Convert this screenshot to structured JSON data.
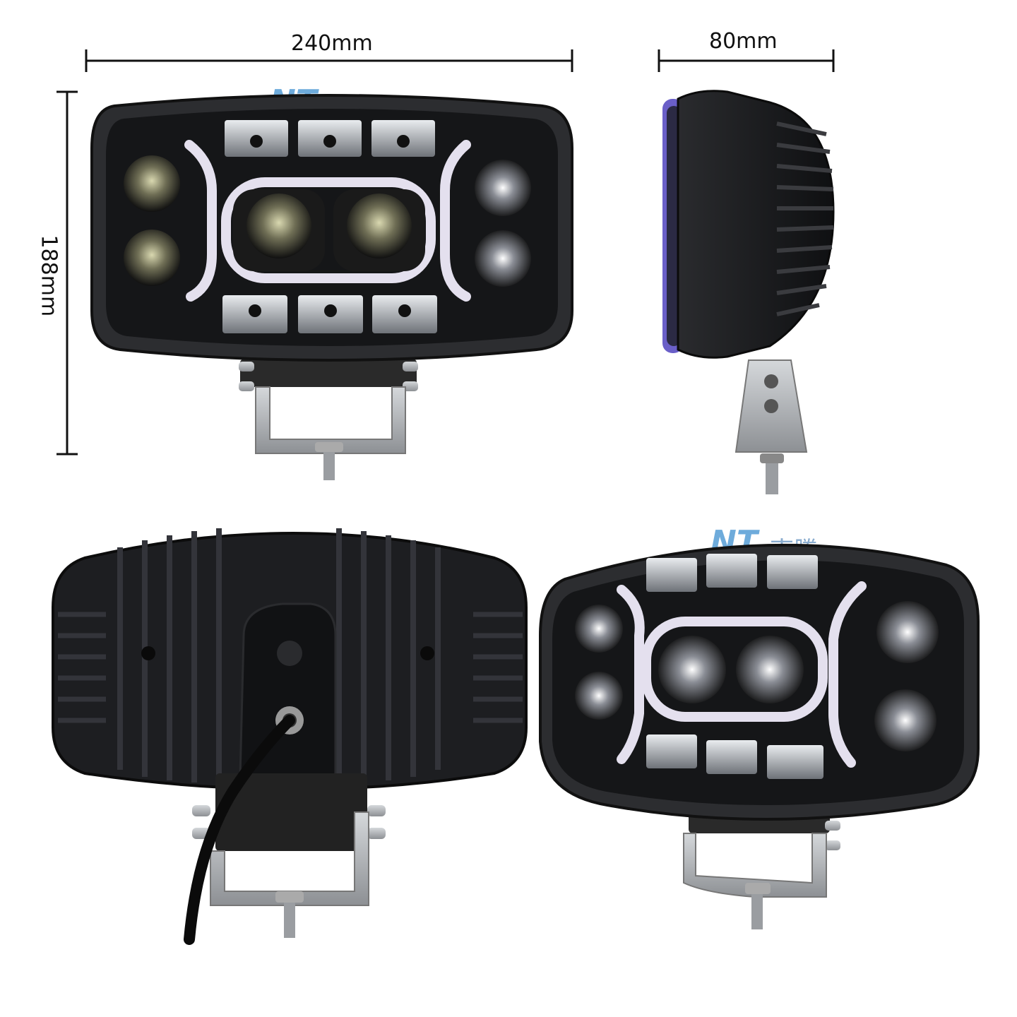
{
  "dimensions": {
    "width_label": "240mm",
    "depth_label": "80mm",
    "height_label": "188mm"
  },
  "watermark": {
    "mark": "NT",
    "name": "南騰"
  },
  "colors": {
    "housing": "#1b1c1e",
    "housing_edge": "#3a3b3e",
    "drl_ring": "#e6e2ee",
    "lens_glow": "#c8c89a",
    "bracket": "#b9bcbf",
    "lens_tint_side": "#6a5fc8",
    "dimension_line": "#111111"
  }
}
